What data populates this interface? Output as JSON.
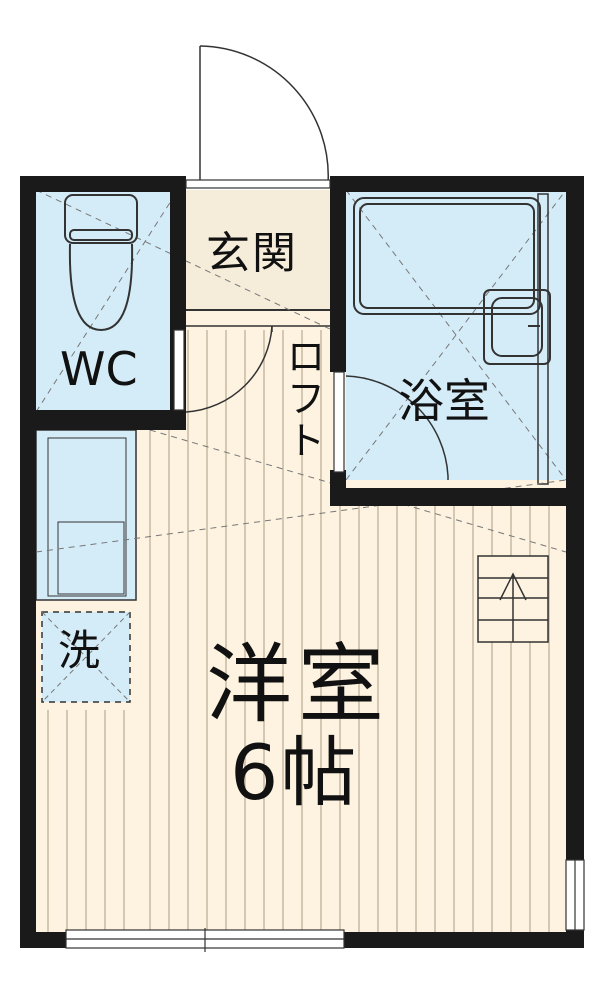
{
  "floor_plan": {
    "rooms": {
      "entrance": "玄関",
      "toilet": "WC",
      "bathroom": "浴室",
      "loft": "ロフト",
      "washer": "洗",
      "main_room": "洋室",
      "main_room_size": "6帖"
    },
    "colors": {
      "wall": "#1a1a1a",
      "wet_area": "#d4ecf8",
      "floor": "#fdf3e0",
      "entrance_floor": "#f5ecd9",
      "floor_lines": "#b8ab95",
      "fixture_line": "#333333"
    },
    "icons": [
      "toilet-icon",
      "bathtub-icon",
      "washbasin-icon",
      "stairs-icon",
      "door-swing-icon",
      "window-icon"
    ]
  }
}
